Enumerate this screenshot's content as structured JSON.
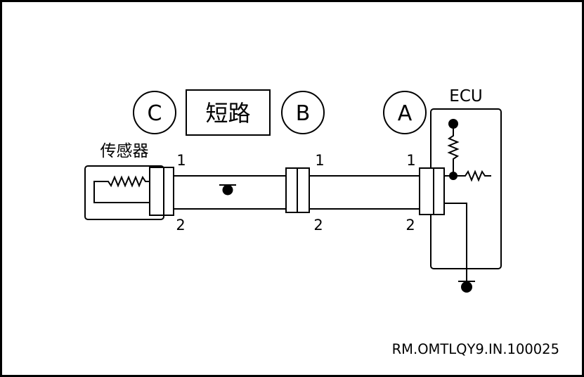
{
  "labels": {
    "ecu": "ECU",
    "sensor": "传感器",
    "short_circuit": "短路",
    "point_a": "A",
    "point_b": "B",
    "point_c": "C",
    "sensor_pin_1": "1",
    "sensor_pin_2": "2",
    "mid_pin_1": "1",
    "mid_pin_2": "2",
    "ecu_pin_1": "1",
    "ecu_pin_2": "2",
    "reference": "RM.OMTLQY9.IN.100025"
  }
}
